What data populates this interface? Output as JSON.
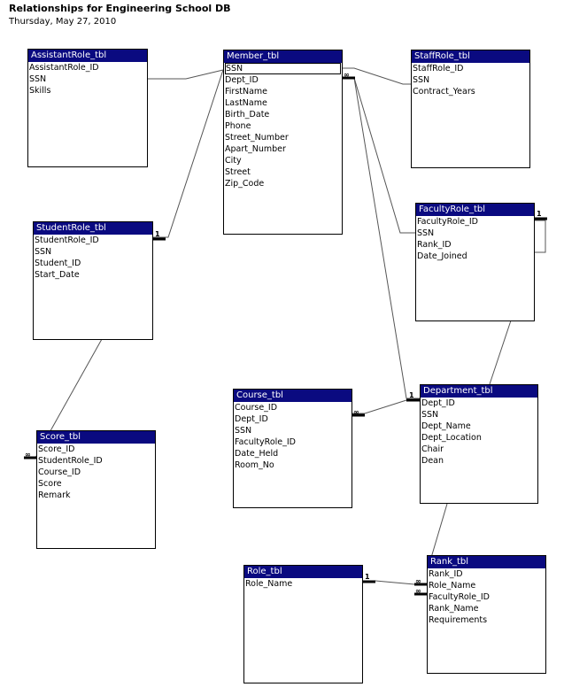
{
  "header": {
    "title": "Relationships for Engineering School DB",
    "date": "Thursday, May 27, 2010"
  },
  "tables": {
    "assistant": {
      "name": "AssistantRole_tbl",
      "fields": [
        "AssistantRole_ID",
        "SSN",
        "Skills"
      ]
    },
    "member": {
      "name": "Member_tbl",
      "fields": [
        "SSN",
        "Dept_ID",
        "FirstName",
        "LastName",
        "Birth_Date",
        "Phone",
        "Street_Number",
        "Apart_Number",
        "City",
        "Street",
        "Zip_Code"
      ]
    },
    "staff": {
      "name": "StaffRole_tbl",
      "fields": [
        "StaffRole_ID",
        "SSN",
        "Contract_Years"
      ]
    },
    "student": {
      "name": "StudentRole_tbl",
      "fields": [
        "StudentRole_ID",
        "SSN",
        "Student_ID",
        "Start_Date"
      ]
    },
    "faculty": {
      "name": "FacultyRole_tbl",
      "fields": [
        "FacultyRole_ID",
        "SSN",
        "Rank_ID",
        "Date_Joined"
      ]
    },
    "course": {
      "name": "Course_tbl",
      "fields": [
        "Course_ID",
        "Dept_ID",
        "SSN",
        "FacultyRole_ID",
        "Date_Held",
        "Room_No"
      ]
    },
    "department": {
      "name": "Department_tbl",
      "fields": [
        "Dept_ID",
        "SSN",
        "Dept_Name",
        "Dept_Location",
        "Chair",
        "Dean"
      ]
    },
    "score": {
      "name": "Score_tbl",
      "fields": [
        "Score_ID",
        "StudentRole_ID",
        "Course_ID",
        "Score",
        "Remark"
      ]
    },
    "role": {
      "name": "Role_tbl",
      "fields": [
        "Role_Name"
      ]
    },
    "rank": {
      "name": "Rank_tbl",
      "fields": [
        "Rank_ID",
        "Role_Name",
        "FacultyRole_ID",
        "Rank_Name",
        "Requirements"
      ]
    }
  },
  "relationship_labels": {
    "one": "1",
    "many": "∞"
  }
}
